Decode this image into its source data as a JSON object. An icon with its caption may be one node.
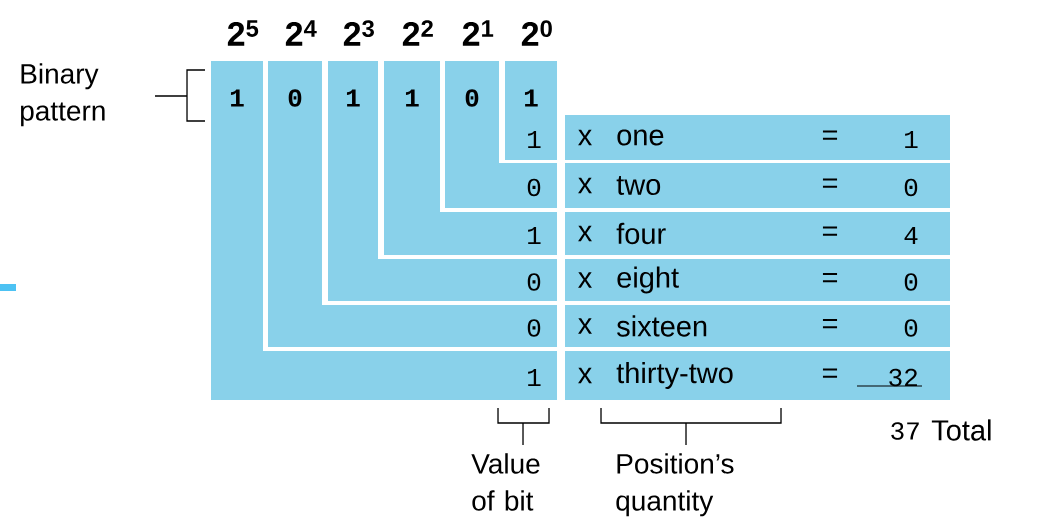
{
  "diagram": {
    "nodes": [
      {
        "text": [
          "1",
          "1"
        ]
      },
      {
        "text": [
          "0",
          "0"
        ]
      },
      {
        "text": [
          "1",
          "0"
        ]
      },
      {
        "text": [
          "1",
          "1"
        ]
      },
      {
        "text": [
          "0",
          "0"
        ]
      },
      {
        "text": [
          "1",
          "1"
        ]
      },
      {
        "text": [
          "x",
          "one",
          "=",
          "1"
        ]
      },
      {
        "text": [
          "x",
          "two",
          "=",
          "0"
        ]
      },
      {
        "text": [
          "x",
          "four",
          "=",
          "4"
        ]
      },
      {
        "text": [
          "x",
          "eight",
          "=",
          "0"
        ]
      },
      {
        "text": [
          "x",
          "sixteen",
          "=",
          "0"
        ]
      },
      {
        "text": [
          "x",
          "thirty-two",
          "=",
          "32"
        ]
      }
    ],
    "labels": [
      "2$^{5}$",
      "2$^{4}$",
      "2$^{3}$",
      "2$^{2}$",
      "2$^{1}$",
      "2$^{0}$",
      "Binary pattern",
      "Value of bit",
      "Position’s quantity",
      "37",
      "Total"
    ]
  }
}
